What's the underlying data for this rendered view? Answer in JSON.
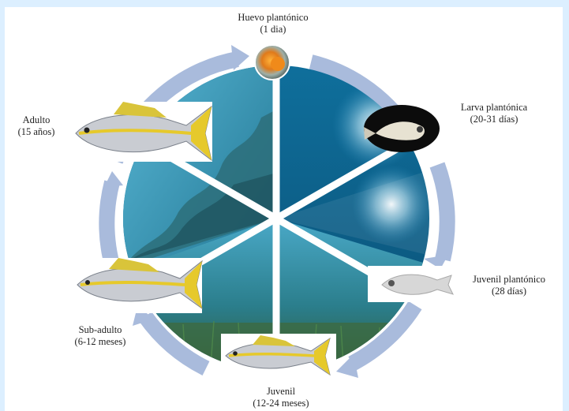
{
  "stages": [
    {
      "id": "huevo",
      "name": "Huevo plantónico",
      "duration": "(1 dia)"
    },
    {
      "id": "larva",
      "name": "Larva plantónica",
      "duration": "(20-31 días)"
    },
    {
      "id": "juvenil-plantonico",
      "name": "Juvenil plantónico",
      "duration": "(28 días)"
    },
    {
      "id": "juvenil",
      "name": "Juvenil",
      "duration": "(12-24 meses)"
    },
    {
      "id": "sub-adulto",
      "name": "Sub-adulto",
      "duration": "(6-12 meses)"
    },
    {
      "id": "adulto",
      "name": "Adulto",
      "duration": "(15 años)"
    }
  ],
  "colors": {
    "cycle_arrow": "#a9bbdc",
    "water_deep": "#0b5f88",
    "water_light": "#59b6d6",
    "reef": "#2d6f7a",
    "seagrass": "#3d6a3e",
    "fish_body": "#c9ccd2",
    "fish_stripe": "#e6c92b",
    "fish_fin": "#d9c43a",
    "background": "#dcefff"
  }
}
